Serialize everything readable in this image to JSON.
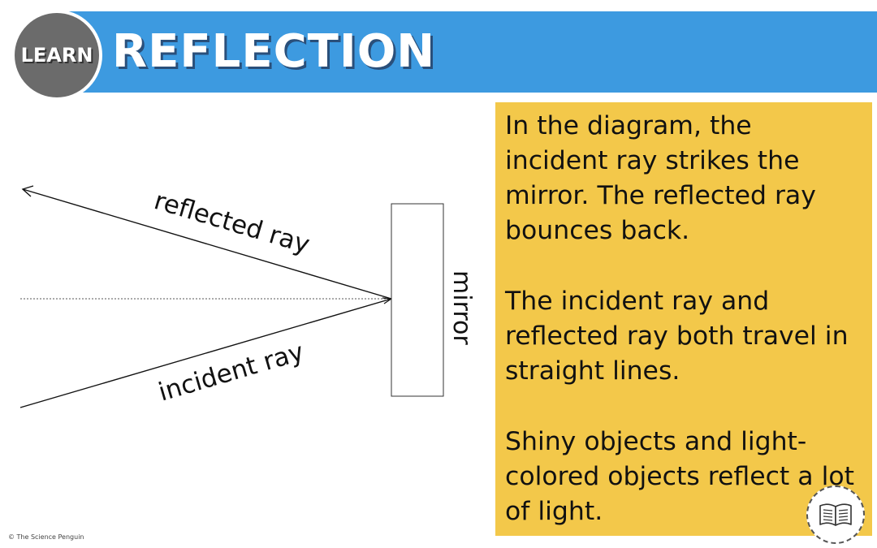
{
  "header": {
    "badge_label": "LEARN",
    "title": "REFLECTION",
    "bar_color": "#3d9ae0",
    "badge_color": "#6b6b6b"
  },
  "diagram": {
    "reflected_label": "reflected ray",
    "incident_label": "incident ray",
    "mirror_label": "mirror"
  },
  "info": {
    "background": "#f3c84a",
    "paragraphs": [
      "In the diagram, the incident ray strikes the mirror. The reflected ray bounces back.",
      "The incident ray and reflected ray both travel in straight lines.",
      "Shiny objects and light-colored objects reflect a lot of light."
    ]
  },
  "icons": {
    "badge_icon": "open-book-icon"
  },
  "footer": {
    "copyright": "© The Science Penguin"
  }
}
